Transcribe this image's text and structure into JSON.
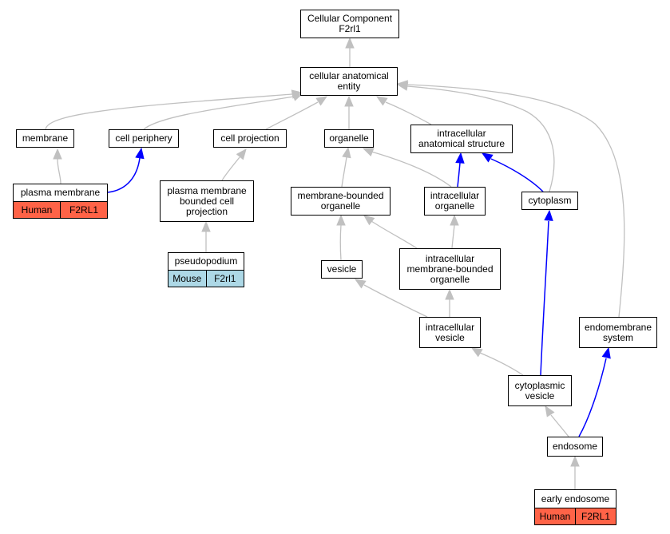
{
  "graph": {
    "nodes": {
      "cc_f2rl1": "Cellular Component\nF2rl1",
      "cae": "cellular anatomical\nentity",
      "membrane": "membrane",
      "cell_periphery": "cell periphery",
      "cell_projection": "cell projection",
      "organelle": "organelle",
      "ias": "intracellular\nanatomical structure",
      "plasma_membrane": "plasma membrane",
      "pmbcp": "plasma membrane\nbounded cell\nprojection",
      "mbo": "membrane-bounded\norganelle",
      "io": "intracellular\norganelle",
      "cytoplasm": "cytoplasm",
      "pseudopodium": "pseudopodium",
      "vesicle": "vesicle",
      "imbo": "intracellular\nmembrane-bounded\norganelle",
      "iv": "intracellular\nvesicle",
      "endomembrane": "endomembrane\nsystem",
      "cyto_vesicle": "cytoplasmic\nvesicle",
      "endosome": "endosome",
      "early_endosome": "early endosome"
    },
    "annotations": {
      "plasma_membrane": {
        "species": "Human",
        "gene": "F2RL1"
      },
      "pseudopodium": {
        "species": "Mouse",
        "gene": "F2rl1"
      },
      "early_endosome": {
        "species": "Human",
        "gene": "F2RL1"
      }
    },
    "edges": [
      {
        "from": "cae",
        "to": "cc_f2rl1",
        "type": "is_a"
      },
      {
        "from": "membrane",
        "to": "cae",
        "type": "is_a"
      },
      {
        "from": "cell_periphery",
        "to": "cae",
        "type": "is_a"
      },
      {
        "from": "cell_projection",
        "to": "cae",
        "type": "is_a"
      },
      {
        "from": "organelle",
        "to": "cae",
        "type": "is_a"
      },
      {
        "from": "ias",
        "to": "cae",
        "type": "is_a"
      },
      {
        "from": "cytoplasm",
        "to": "cae",
        "type": "is_a"
      },
      {
        "from": "endomembrane",
        "to": "cae",
        "type": "is_a"
      },
      {
        "from": "plasma_membrane",
        "to": "membrane",
        "type": "is_a"
      },
      {
        "from": "plasma_membrane",
        "to": "cell_periphery",
        "type": "part_of"
      },
      {
        "from": "pmbcp",
        "to": "cell_projection",
        "type": "is_a"
      },
      {
        "from": "pseudopodium",
        "to": "pmbcp",
        "type": "is_a"
      },
      {
        "from": "mbo",
        "to": "organelle",
        "type": "is_a"
      },
      {
        "from": "io",
        "to": "organelle",
        "type": "is_a"
      },
      {
        "from": "io",
        "to": "ias",
        "type": "part_of"
      },
      {
        "from": "cytoplasm",
        "to": "ias",
        "type": "part_of"
      },
      {
        "from": "vesicle",
        "to": "mbo",
        "type": "is_a"
      },
      {
        "from": "imbo",
        "to": "mbo",
        "type": "is_a"
      },
      {
        "from": "imbo",
        "to": "io",
        "type": "is_a"
      },
      {
        "from": "iv",
        "to": "vesicle",
        "type": "is_a"
      },
      {
        "from": "iv",
        "to": "imbo",
        "type": "is_a"
      },
      {
        "from": "cyto_vesicle",
        "to": "iv",
        "type": "is_a"
      },
      {
        "from": "cyto_vesicle",
        "to": "cytoplasm",
        "type": "part_of"
      },
      {
        "from": "endosome",
        "to": "cyto_vesicle",
        "type": "is_a"
      },
      {
        "from": "endosome",
        "to": "endomembrane",
        "type": "part_of"
      },
      {
        "from": "early_endosome",
        "to": "endosome",
        "type": "is_a"
      }
    ],
    "colors": {
      "is_a_edge": "#c0c0c0",
      "part_of_edge": "#0000ff",
      "human": "#ff6347",
      "mouse": "#add8e6"
    }
  }
}
